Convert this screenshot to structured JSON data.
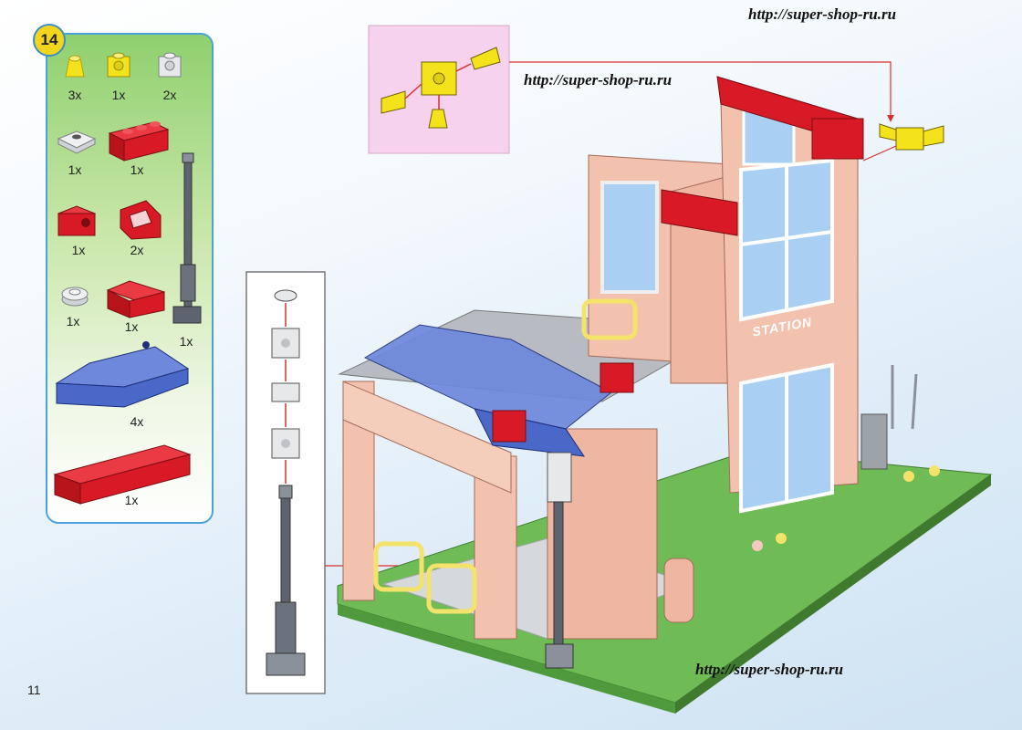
{
  "step": {
    "number": "14"
  },
  "page_number": "11",
  "watermarks": [
    "http://super-shop-ru.ru",
    "http://super-shop-ru.ru",
    "http://super-shop-ru.ru"
  ],
  "parts": [
    {
      "name": "yellow-cone",
      "qty": "3x",
      "color": "#f4e21a"
    },
    {
      "name": "yellow-brick-1x1-studs-side",
      "qty": "1x",
      "color": "#f4e21a"
    },
    {
      "name": "white-brick-1x1-studs-side",
      "qty": "2x",
      "color": "#e6e8ea"
    },
    {
      "name": "white-round-tile",
      "qty": "1x",
      "color": "#e6e8ea"
    },
    {
      "name": "red-brick-1x3",
      "qty": "1x",
      "color": "#d81a26"
    },
    {
      "name": "red-brick-1x1-hole",
      "qty": "1x",
      "color": "#d81a26"
    },
    {
      "name": "red-slope-window",
      "qty": "2x",
      "color": "#d81a26"
    },
    {
      "name": "white-round-plate",
      "qty": "1x",
      "color": "#e6e8ea"
    },
    {
      "name": "red-corner-brick",
      "qty": "1x",
      "color": "#d81a26"
    },
    {
      "name": "grey-lamp-post",
      "qty": "1x",
      "color": "#5d6470"
    },
    {
      "name": "blue-transparent-roof",
      "qty": "4x",
      "color": "#4a68c8"
    },
    {
      "name": "red-brick-1x8",
      "qty": "1x",
      "color": "#d81a26"
    }
  ],
  "building_sign": "STATION",
  "colors": {
    "panel_border": "#4aa3d8",
    "badge": "#f4d51e",
    "pink_inset": "#f7d2ee",
    "pointer": "#d8312f"
  }
}
